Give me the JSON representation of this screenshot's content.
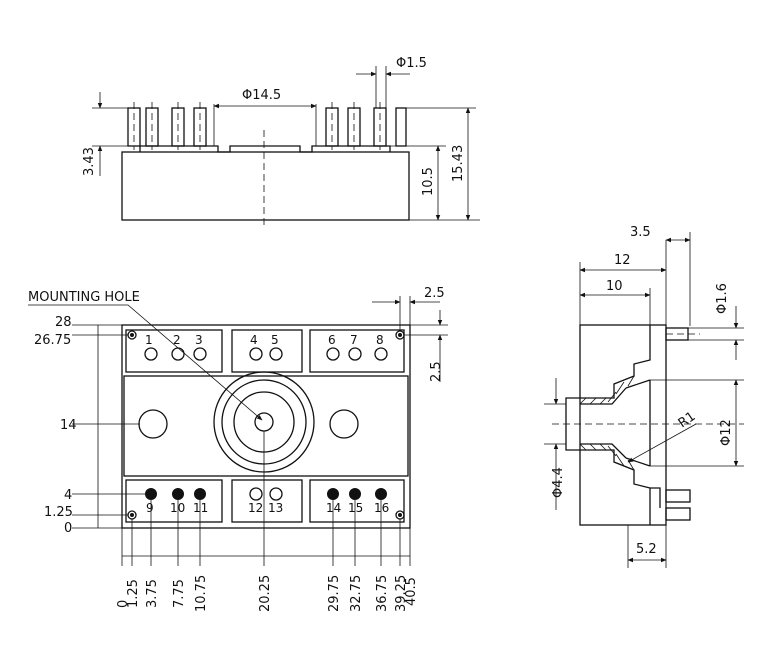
{
  "top_view": {
    "dim_diameter_pins_group": "Φ14.5",
    "dim_diameter_pin": "Φ1.5",
    "dim_pin_height": "3.43",
    "dim_body_height": "10.5",
    "dim_total_height": "15.43"
  },
  "front_view": {
    "label_mounting_hole": "MOUNTING HOLE",
    "right_dims": [
      "2.5",
      "2.5"
    ],
    "left_dims": [
      "28",
      "26.75",
      "14",
      "4",
      "1.25",
      "0"
    ],
    "top_pin_numbers": [
      "1",
      "2",
      "3",
      "4",
      "5",
      "6",
      "7",
      "8"
    ],
    "bottom_pin_numbers": [
      "9",
      "10",
      "11",
      "12",
      "13",
      "14",
      "15",
      "16"
    ],
    "bottom_dims": [
      "0",
      "1.25",
      "3.75",
      "7.75",
      "10.75",
      "20.25",
      "29.75",
      "32.75",
      "36.75",
      "39.25",
      "40.5"
    ]
  },
  "side_view": {
    "dim_3_5": "3.5",
    "dim_12": "12",
    "dim_10": "10",
    "dim_phi_1_6": "Φ1.6",
    "dim_r1": "R1",
    "dim_phi_12": "Φ12",
    "dim_phi_4_4": "Φ4.4",
    "dim_5_2": "5.2"
  }
}
